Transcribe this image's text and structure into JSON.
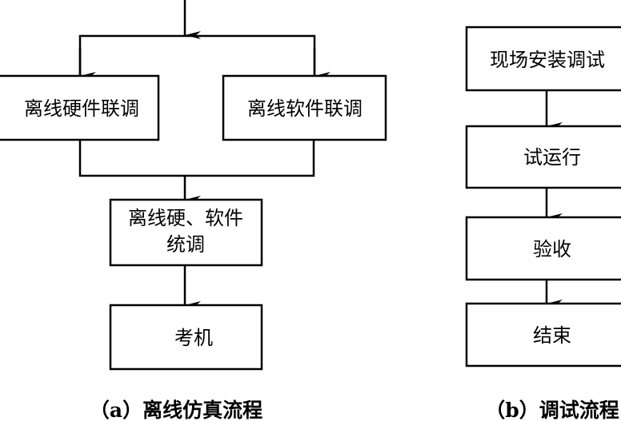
{
  "diagram_a": {
    "caption": "（a）离线仿真流程",
    "nodes": {
      "hardware": "离线硬件联调",
      "software": "离线软件联调",
      "joint_line1": "离线硬、软件",
      "joint_line2": "统调",
      "exam": "考机"
    }
  },
  "diagram_b": {
    "caption": "（b）调试流程",
    "nodes": {
      "install": "现场安装调试",
      "trial": "试运行",
      "accept": "验收",
      "end": "结束"
    }
  },
  "colors": {
    "line": "#000000",
    "background": "#ffffff"
  }
}
